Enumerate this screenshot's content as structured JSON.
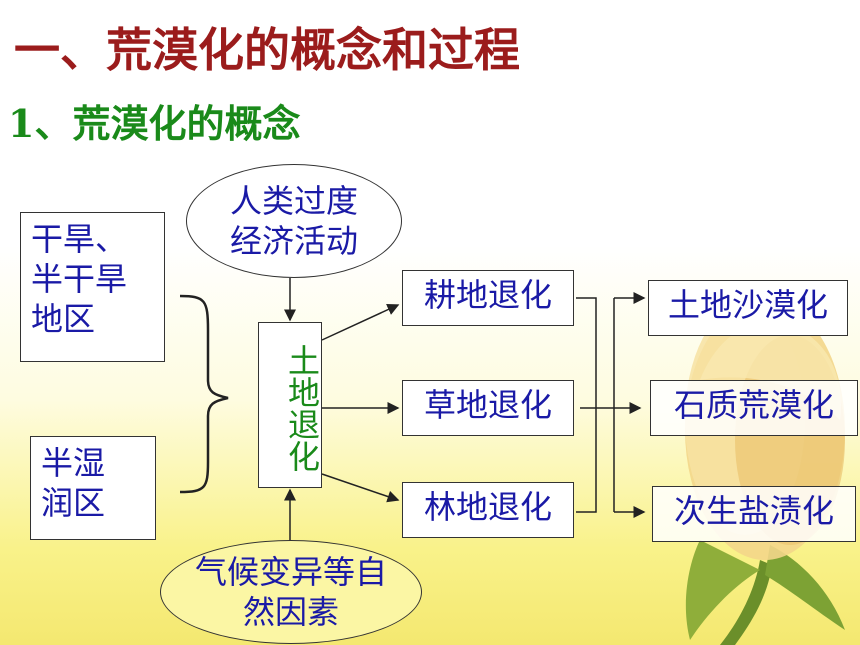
{
  "heading": {
    "title": "一、荒漠化的概念和过程",
    "subtitle": "1、荒漠化的概念"
  },
  "conditions": [
    {
      "lines": [
        "干旱、",
        "半干旱",
        "地区"
      ]
    },
    {
      "lines": [
        "半湿",
        "润区"
      ]
    }
  ],
  "human_factor": {
    "lines": [
      "人类过度",
      "经济活动"
    ]
  },
  "climate_factor": {
    "lines": [
      "气候变异等自",
      "然因素"
    ]
  },
  "central": {
    "label": "土地退化"
  },
  "processes": [
    "耕地退化",
    "草地退化",
    "林地退化"
  ],
  "results": [
    "土地沙漠化",
    "石质荒漠化",
    "次生盐渍化"
  ],
  "colors": {
    "title": "#9b1c1c",
    "subtitle": "#1a8a1a",
    "box_text": "#1a1aa6",
    "central_text": "#1a8a1a"
  }
}
